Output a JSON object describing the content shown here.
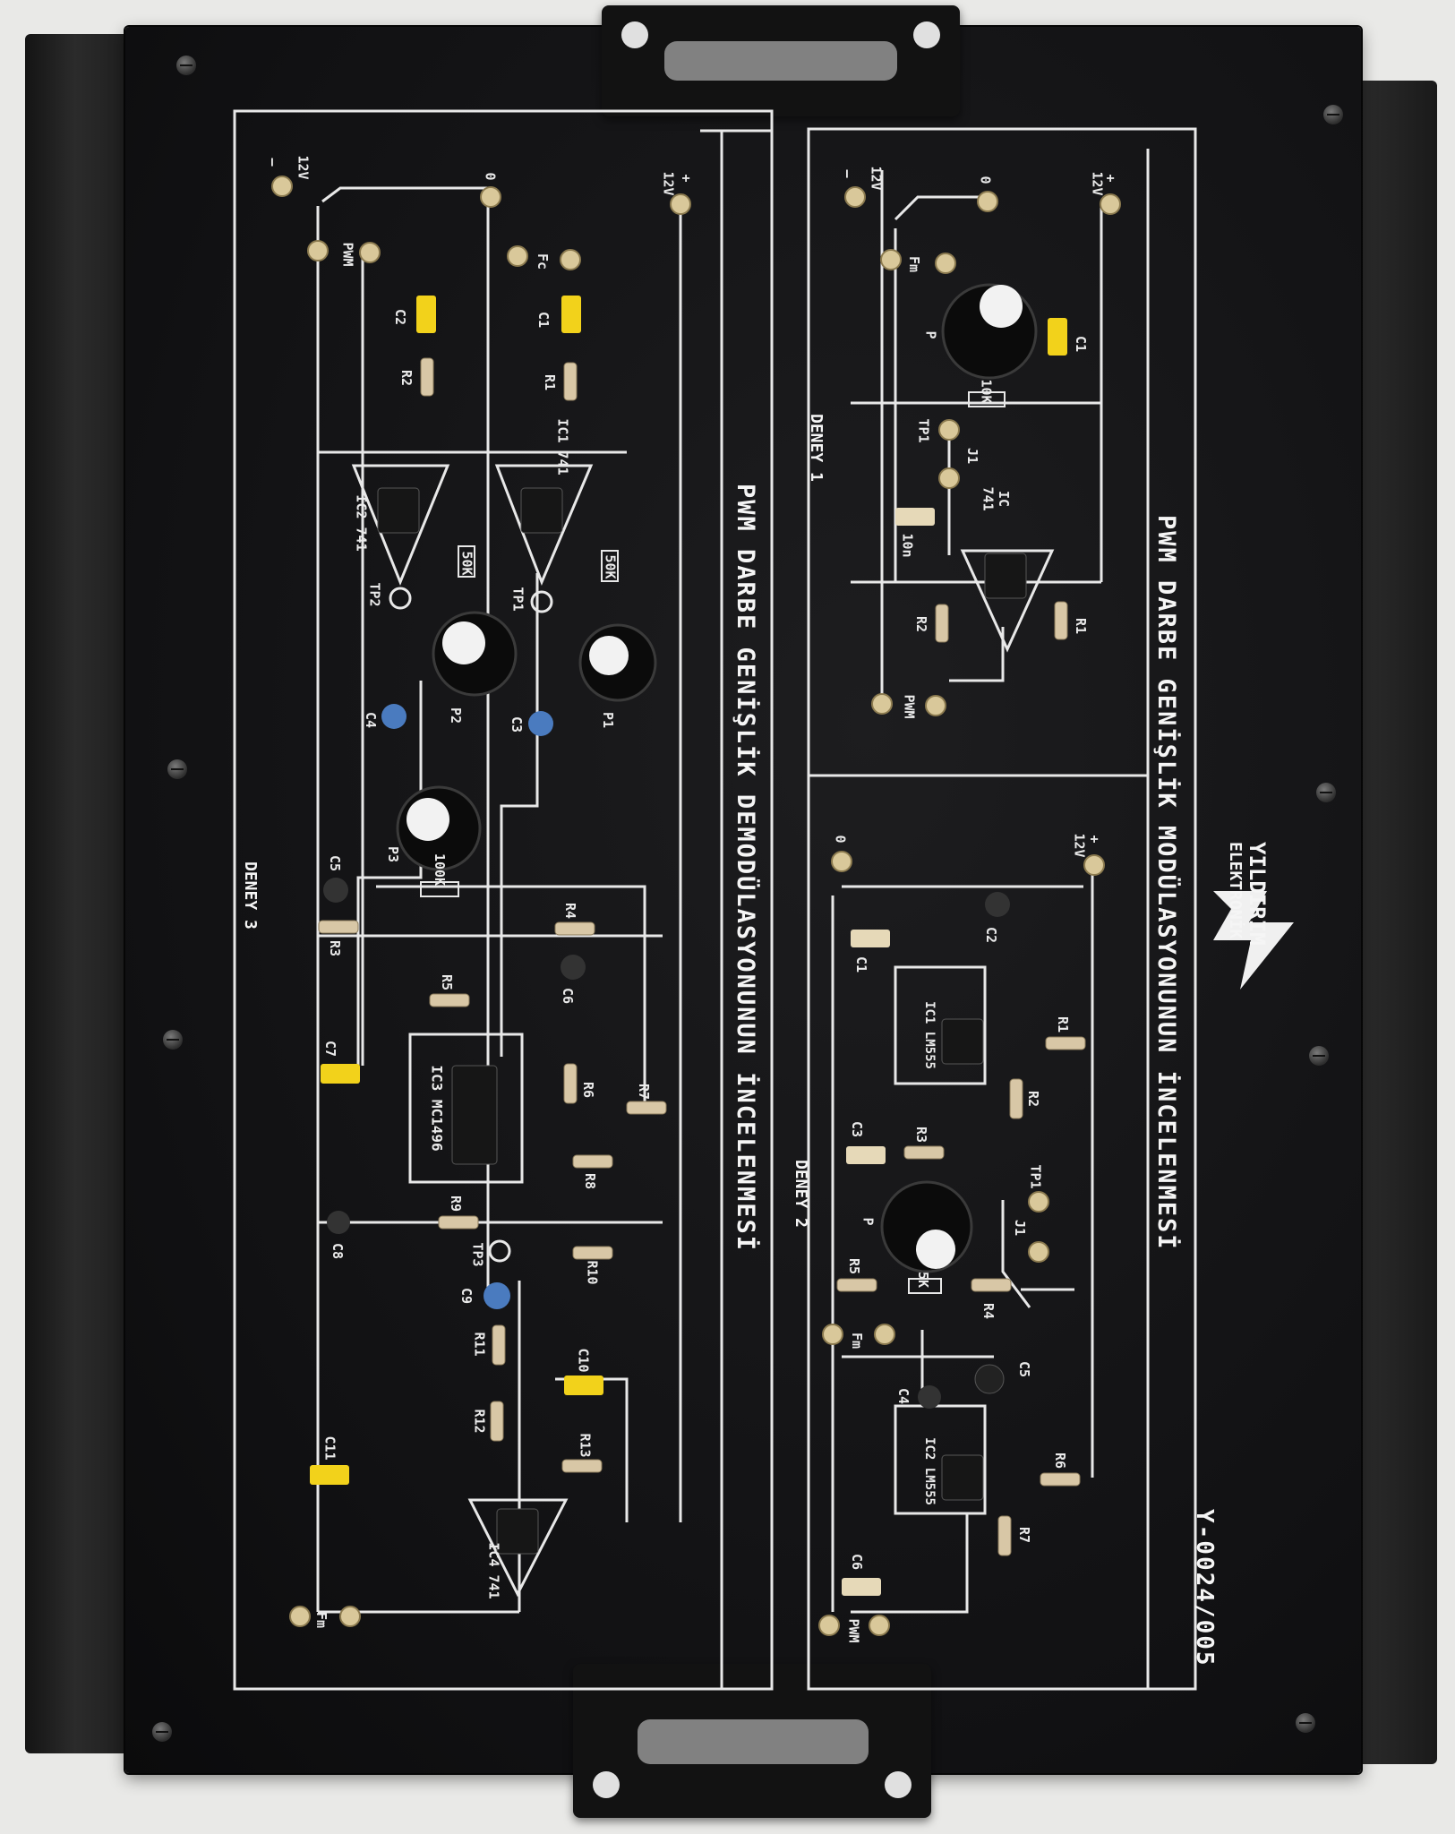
{
  "board": {
    "brand_name": "YILDIRIM",
    "brand_sub": "ELEKTRONİK",
    "model": "Y-0024/005",
    "title_modulation": "PWM DARBE GENİŞLİK MODÜLASYONUNUN İNCELENMESİ",
    "title_demodulation": "PWM DARBE GENİŞLİK DEMODÜLASYONUNUN İNCELENMESİ"
  },
  "experiments": {
    "deney1": "DENEY 1",
    "deney2": "DENEY 2",
    "deney3": "DENEY 3"
  },
  "deney1_labels": {
    "v12": "12V",
    "plus": "+",
    "zero": "0",
    "minus": "—",
    "fm": "Fm",
    "pwm": "PWM",
    "c1": "C1",
    "p": "P",
    "pot": "10K",
    "tp1": "TP1",
    "j1": "J1",
    "ic": "IC",
    "ic_type": "741",
    "r1": "R1",
    "r2": "R2",
    "c2": "10n"
  },
  "deney2_labels": {
    "v12": "12V",
    "plus": "+",
    "zero": "0",
    "c1": "C1",
    "c2": "C2",
    "ic1": "IC1 LM555",
    "ic2": "IC2 LM555",
    "r1": "R1",
    "r2": "R2",
    "r3": "R3",
    "r4": "R4",
    "r5": "R5",
    "r6": "R6",
    "r7": "R7",
    "c3": "C3",
    "c4": "C4",
    "c5": "C5",
    "c6": "C6",
    "p": "P",
    "pot": "5K",
    "tp1": "TP1",
    "j1": "J1",
    "fm": "Fm",
    "pwm": "PWM"
  },
  "deney3_labels": {
    "v12": "12V",
    "plus": "+",
    "minus": "—",
    "zero": "0",
    "pwm": "PWM",
    "fc": "Fc",
    "c1": "C1",
    "c2": "C2",
    "r1": "R1",
    "r2": "R2",
    "ic1": "IC1 741",
    "ic2": "IC2 741",
    "tp1": "TP1",
    "tp2": "TP2",
    "tp3": "TP3",
    "p1": "P1",
    "p2": "P2",
    "p3": "P3",
    "pot": "100K",
    "c3": "C3",
    "c4": "C4",
    "c5": "C5",
    "c6": "C6",
    "c7": "C7",
    "c8": "C8",
    "c9": "C9",
    "c10": "C10",
    "c11": "C11",
    "r3": "R3",
    "r4": "R4",
    "r5": "R5",
    "r6": "R6",
    "r7": "R7",
    "r8": "R8",
    "r9": "R9",
    "r10": "R10",
    "r11": "R11",
    "r12": "R12",
    "r13": "R13",
    "ic3": "IC3 MC1496",
    "ic4": "IC4 741",
    "fm": "Fm",
    "trim1": "50K",
    "trim2": "50K"
  }
}
